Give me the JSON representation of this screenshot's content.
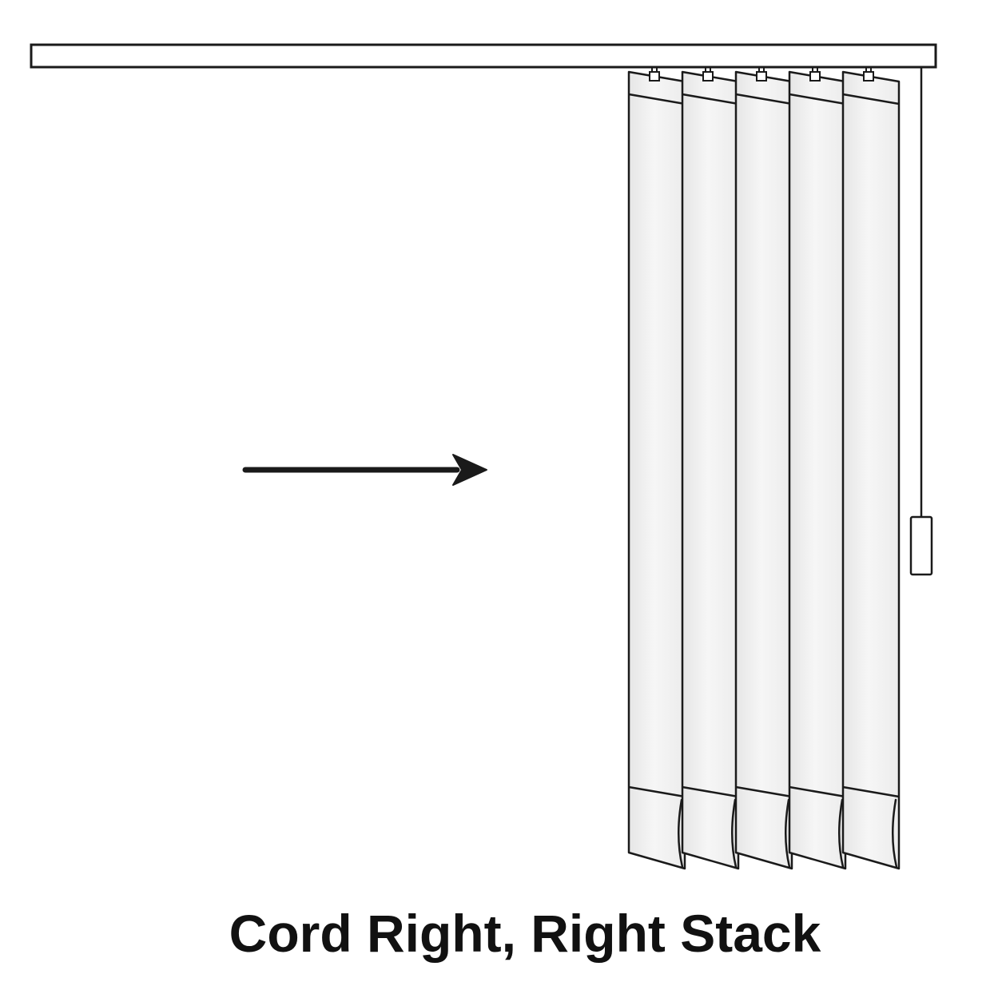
{
  "caption": "Cord Right, Right Stack",
  "diagram": {
    "subject": "vertical blinds",
    "cord_position": "right",
    "stack_direction": "right",
    "slat_count": 5,
    "arrow_direction": "right"
  },
  "icons": {
    "arrow": "arrow-right-icon",
    "wand": "cord-weight-icon"
  },
  "colors": {
    "line": "#1a1a1a",
    "slat_fill": "#f0f0f0",
    "background": "#ffffff"
  }
}
